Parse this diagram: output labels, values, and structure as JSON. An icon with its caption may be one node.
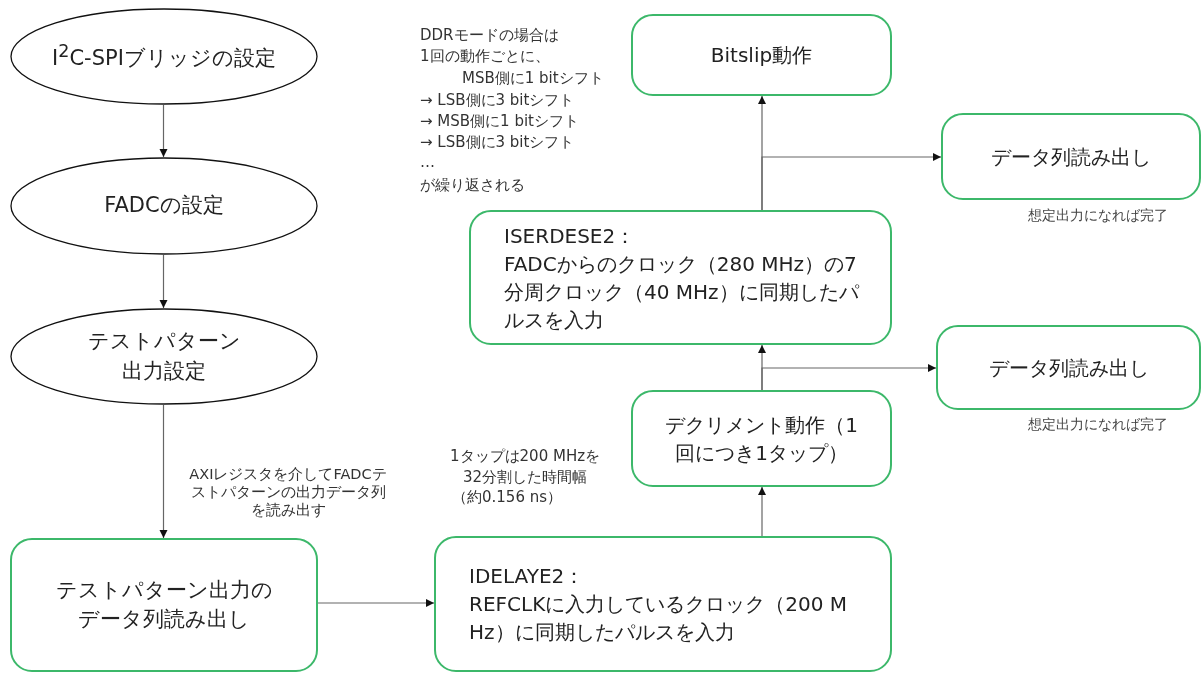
{
  "diagram": {
    "nodes": [
      {
        "text": [
          "I$^{2}$C-SPIブリッジの設定"
        ]
      },
      {
        "text": [
          "FADCの設定"
        ]
      },
      {
        "text": [
          "テストパターン出力設定"
        ]
      },
      {
        "text": [
          "テストパターン出力のデータ列読み出し"
        ]
      },
      {
        "text": [
          "IDELAYE2：",
          "REFCLKに入力しているクロック（200 MHz）に同期したパルスを入力"
        ]
      },
      {
        "text": [
          "デクリメント動作（1回につき1タップ）"
        ]
      },
      {
        "text": [
          "ISERDESE2：",
          "FADCからのクロック（280 MHz）の7分周クロック（40 MHz）に同期したパルスを入力"
        ]
      },
      {
        "text": [
          "Bitslip動作"
        ]
      },
      {
        "text": [
          "データ列読み出し"
        ],
        "beside": [
          "想定出力になれば完了"
        ]
      },
      {
        "text": [
          "データ列読み出し"
        ],
        "beside": [
          "想定出力になれば完了"
        ]
      }
    ],
    "edges": [
      {
        "from": 0,
        "to": 1,
        "arrow": "to"
      },
      {
        "from": 1,
        "to": 2,
        "arrow": "to"
      },
      {
        "from": 2,
        "to": 3,
        "arrow": "to",
        "label": "AXIレジスタを介してFADCテストパターンの出力データ列を読み出す"
      },
      {
        "from": 3,
        "to": 4,
        "arrow": "to"
      },
      {
        "from": 4,
        "to": 5,
        "arrow": "to"
      },
      {
        "from": 5,
        "to": 6,
        "arrow": "to"
      },
      {
        "from": 5,
        "to": 9,
        "arrow": "to"
      },
      {
        "from": 6,
        "to": 7,
        "arrow": "to"
      },
      {
        "from": 6,
        "to": 8,
        "arrow": "to"
      }
    ],
    "labels": [
      "DDRモードの場合は",
      "1回の動作ごとに、",
      "MSB側に1 bitシフト",
      "→ LSB側に3 bitシフト",
      "→ MSB側に1 bitシフト",
      "→ LSB側に3 bitシフト",
      "…",
      "が繰り返される",
      "1タップは200 MHzを",
      "32分割した時間幅",
      "（約0.156 ns）"
    ]
  }
}
